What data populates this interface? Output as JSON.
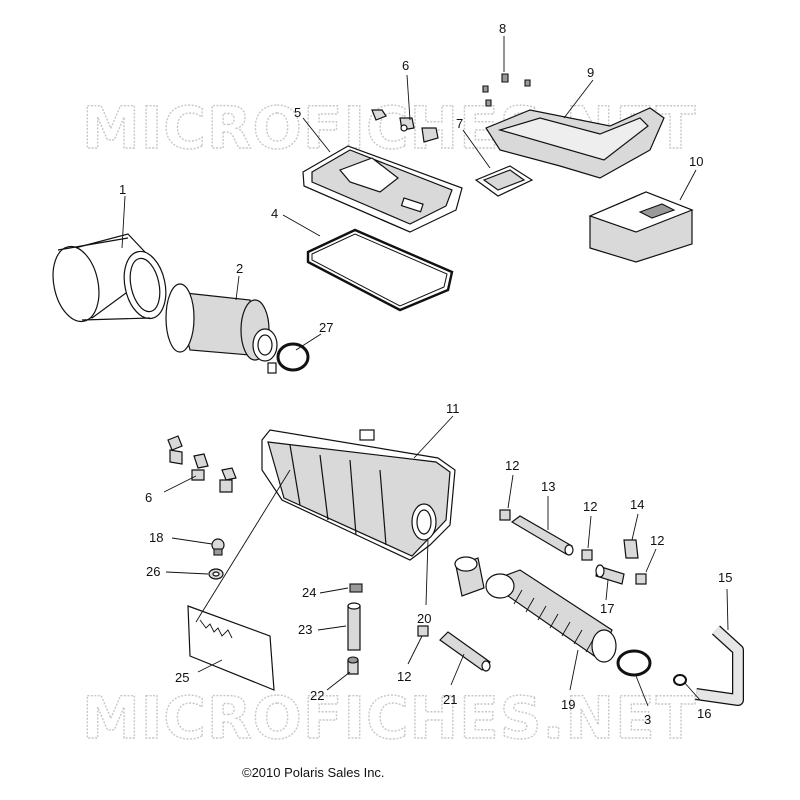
{
  "watermark": {
    "text": "MICROFICHES.NET"
  },
  "copyright": "©2010 Polaris Sales Inc.",
  "callouts": {
    "c1": "1",
    "c2": "2",
    "c3": "3",
    "c4": "4",
    "c5": "5",
    "c6a": "6",
    "c6b": "6",
    "c7": "7",
    "c8": "8",
    "c9": "9",
    "c10": "10",
    "c11": "11",
    "c12a": "12",
    "c12b": "12",
    "c12c": "12",
    "c12d": "12",
    "c13": "13",
    "c14": "14",
    "c15": "15",
    "c16": "16",
    "c17": "17",
    "c18": "18",
    "c19": "19",
    "c20": "20",
    "c21": "21",
    "c22": "22",
    "c23": "23",
    "c24": "24",
    "c25": "25",
    "c26": "26",
    "c27": "27"
  }
}
